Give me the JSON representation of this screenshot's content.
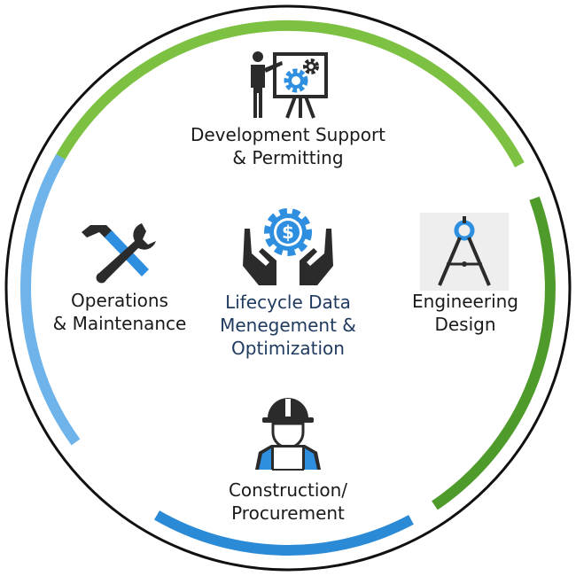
{
  "colors": {
    "outer_ring": "#111111",
    "green_light": "#7cc142",
    "green_dark": "#4e9a2a",
    "blue_light": "#6eb3ea",
    "blue_dark": "#2b8ad6",
    "icon_blue": "#2e8fe0",
    "icon_dark": "#2b2b2b",
    "center_text": "#1f3a5f"
  },
  "segments": [
    {
      "name": "development-support",
      "icon": "presentation-gear-icon",
      "lines": [
        "Development Support",
        "& Permitting"
      ]
    },
    {
      "name": "engineering-design",
      "icon": "drafting-compass-icon",
      "lines": [
        "Engineering",
        "Design"
      ]
    },
    {
      "name": "construction-procurement",
      "icon": "hard-hat-worker-icon",
      "lines": [
        "Construction/",
        "Procurement"
      ]
    },
    {
      "name": "operations-maintenance",
      "icon": "hammer-wrench-icon",
      "lines": [
        "Operations",
        "& Maintenance"
      ]
    }
  ],
  "center": {
    "icon": "hands-dollar-gear-icon",
    "lines": [
      "Lifecycle Data",
      "Menegement &",
      "Optimization"
    ]
  }
}
